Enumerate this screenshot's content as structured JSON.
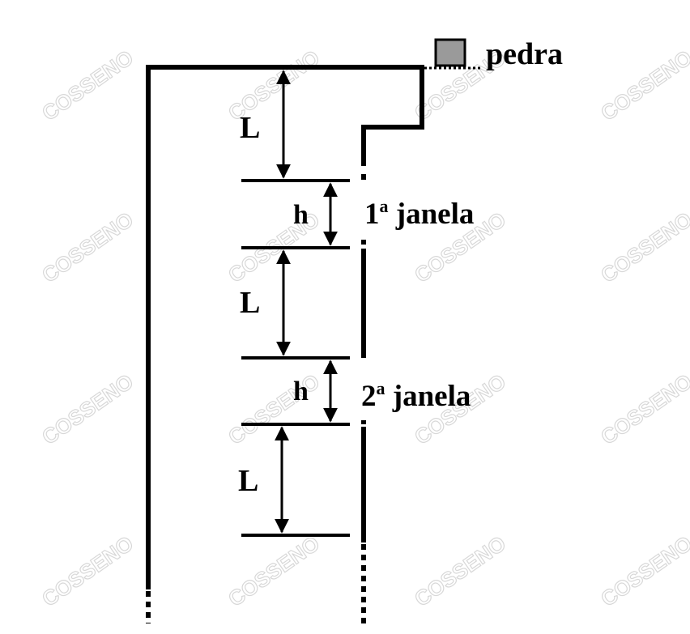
{
  "labels": {
    "stone": "pedra",
    "length_1": "L",
    "length_2": "L",
    "length_3": "L",
    "window_height_1": "h",
    "window_height_2": "h",
    "window_1_ordinal": "1",
    "window_1_sup": "a",
    "window_1_word": " janela",
    "window_2_ordinal": "2",
    "window_2_sup": "a",
    "window_2_word": " janela"
  },
  "watermark": {
    "text": "COSSENO"
  },
  "colors": {
    "line": "#000000",
    "stone_fill": "#9a9a9a",
    "watermark": "#d8d8d8"
  }
}
